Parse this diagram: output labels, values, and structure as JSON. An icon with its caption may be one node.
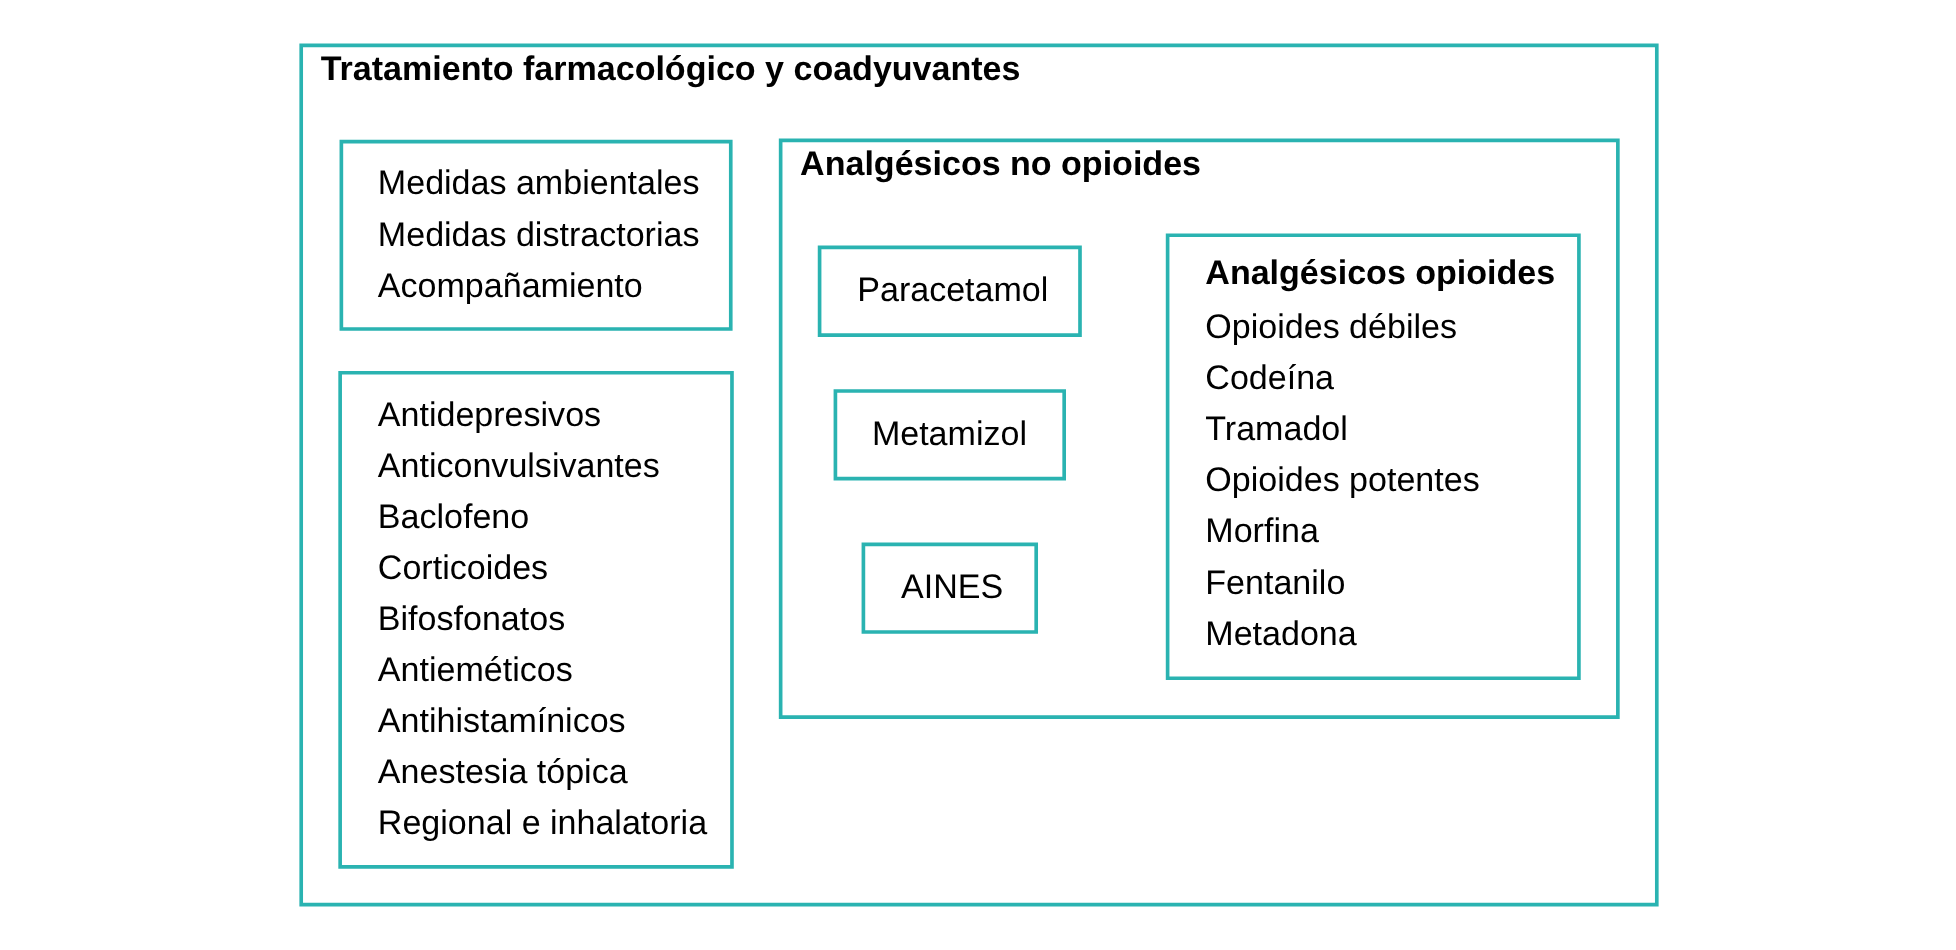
{
  "diagram": {
    "nodes": [
      {
        "text": [
          "Tratamiento farmacológico y coadyuvantes"
        ]
      },
      {
        "text": [
          "Medidas ambientales",
          "Medidas distractorias",
          "Acompañamiento"
        ],
        "in": 0
      },
      {
        "text": [
          "Antidepresivos",
          "Anticonvulsivantes",
          "Baclofeno",
          "Corticoides",
          "Bifosfonatos",
          "Antieméticos",
          "Antihistamínicos",
          "Anestesia tópica",
          "Regional e inhalatoria"
        ],
        "in": 0
      },
      {
        "text": [
          "Analgésicos no opioides"
        ],
        "in": 0
      },
      {
        "text": [
          "Paracetamol"
        ],
        "in": 3
      },
      {
        "text": [
          "Metamizol"
        ],
        "in": 3
      },
      {
        "text": [
          "AINES"
        ],
        "in": 3
      },
      {
        "text": [
          "Analgésicos opioides",
          "Opioides débiles",
          "Codeína",
          "Tramadol",
          "Opioides potentes",
          "Morfina",
          "Fentanilo",
          "Metadona"
        ],
        "in": 3
      }
    ]
  }
}
